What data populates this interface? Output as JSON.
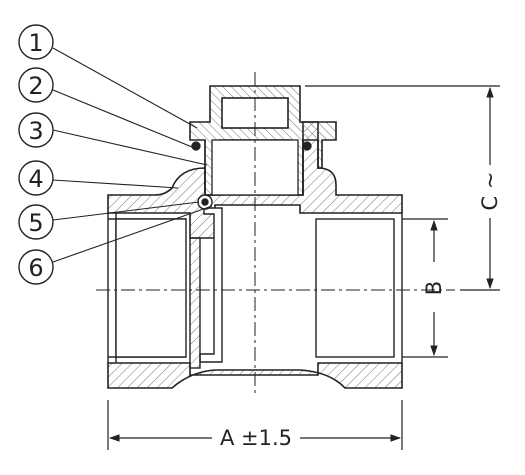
{
  "callouts": [
    "1",
    "2",
    "3",
    "4",
    "5",
    "6"
  ],
  "dimensions": {
    "overall_length": "A ±1.5",
    "port_bore": "B",
    "cap_height": "C ~"
  },
  "colors": {
    "line": "#222222",
    "hatch": "#777777",
    "background": "#ffffff"
  }
}
